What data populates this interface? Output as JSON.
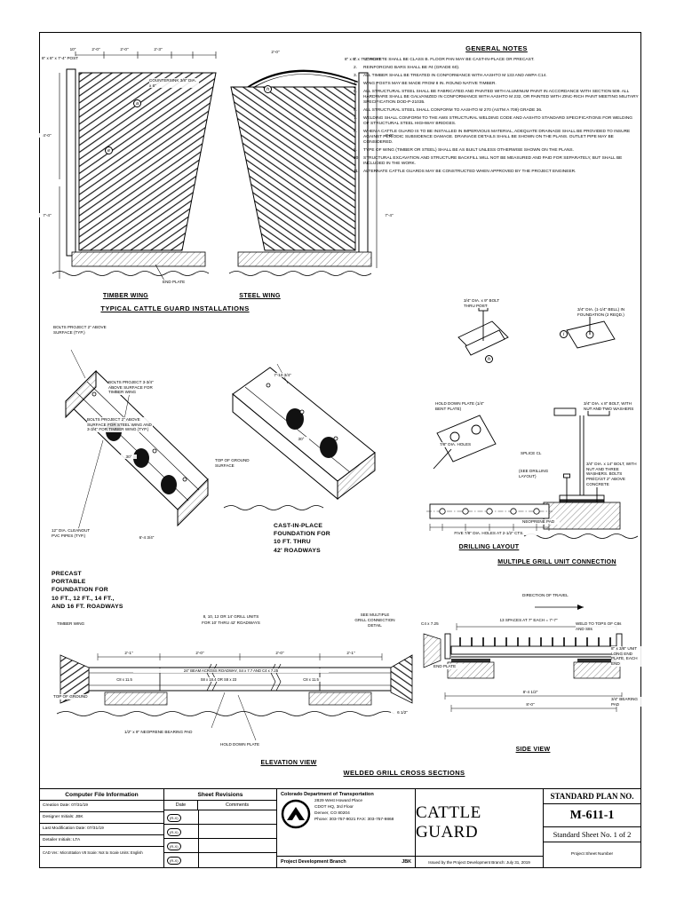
{
  "top": {
    "timber_label": "TIMBER WING",
    "steel_label": "STEEL WING",
    "section_title": "TYPICAL CATTLE GUARD INSTALLATIONS",
    "post_label": "8\" x 8\" x 7'-4\" POST",
    "steel_post_label": "8\" x 8\" x 7'-4\" POST",
    "countersink": "COUNTERSINK 3/8\" DIA. x 6\"",
    "dim_a": "10\"",
    "dim_b": "2'-0\"",
    "dim_c": "2'-0\"",
    "dim_d": "2'-3\"",
    "dim_40": "4'-0\"",
    "dim_74": "7'-4\"",
    "steel_dim_20": "2'-0\"",
    "steel_dim_40": "4'-0\"",
    "steel_dim_74": "7'-4\"",
    "end_plate": "END PLATE",
    "letter_a": "a",
    "letter_e": "e",
    "letter_h": "h"
  },
  "notes": {
    "title": "GENERAL NOTES",
    "items": [
      {
        "n": "1.",
        "t": "CONCRETE SHALL BE CLASS B. FLOOR PAN MAY BE CAST-IN-PLACE OR PRECAST."
      },
      {
        "n": "2.",
        "t": "REINFORCING BARS SHALL BE #4 (GRADE 60)."
      },
      {
        "n": "3.",
        "t": "ALL TIMBER SHALL BE TREATED IN CONFORMANCE WITH AASHTO M 133 AND AWPA C14."
      },
      {
        "n": "4.",
        "t": "WING POSTS MAY BE MADE FROM 8 IN. ROUND NATIVE TIMBER."
      },
      {
        "n": "5.",
        "t": "ALL STRUCTURAL STEEL SHALL BE FABRICATED AND PAINTED WITH ALUMINUM PAINT IN ACCORDANCE WITH SECTION 509. ALL HARDWARE SHALL BE GALVANIZED IN CONFORMANCE WITH AASHTO M 232, OR PAINTED WITH ZINC-RICH PAINT MEETING MILITARY SPECIFICATION DOD-P-21035."
      },
      {
        "n": "6.",
        "t": "ALL STRUCTURAL STEEL SHALL CONFORM TO AASHTO M 270 (ASTM A 709) GRADE 36."
      },
      {
        "n": "7.",
        "t": "WELDING SHALL CONFORM TO THE AWS STRUCTURAL WELDING CODE AND AASHTO STANDARD SPECIFICATIONS FOR WELDING OF STRUCTURAL STEEL HIGHWAY BRIDGES."
      },
      {
        "n": "8.",
        "t": "WHEN A CATTLE GUARD IS TO BE INSTALLED IN IMPERVIOUS MATERIAL, ADEQUATE DRAINAGE SHALL BE PROVIDED TO INSURE AGAINST PERIODIC SUBSIDENCE DAMAGE. DRAINAGE DETAILS SHALL BE SHOWN ON THE PLANS. OUTLET PIPE MAY BE CONSIDERED."
      },
      {
        "n": "9.",
        "t": "TYPE OF WING (TIMBER OR STEEL) SHALL BE AS BUILT UNLESS OTHERWISE SHOWN ON THE PLANS."
      },
      {
        "n": "10.",
        "t": "STRUCTURAL EXCAVATION AND STRUCTURE BACKFILL WILL NOT BE MEASURED AND PAID FOR SEPARATELY, BUT SHALL BE INCLUDED IN THE WORK."
      },
      {
        "n": "11.",
        "t": "ALTERNATE CATTLE GUARDS MAY BE CONSTRUCTED WHEN APPROVED BY THE PROJECT ENGINEER."
      }
    ]
  },
  "precast": {
    "caption": [
      "PRECAST",
      "PORTABLE",
      "FOUNDATION FOR",
      "10 FT., 12 FT., 14 FT.,",
      "AND 16 FT. ROADWAYS"
    ],
    "bolts1": "BOLTS PROJECT 2\" ABOVE SURFACE (TYP.)",
    "bolts2": "BOLTS PROJECT 3-3/4\" ABOVE SURFACE FOR TIMBER WING",
    "bolts3": "BOLTS PROJECT 2\" ABOVE SURFACE FOR STEEL WING AND 3-3/4\" FOR TIMBER WING (TYP.)",
    "pipes": "12\" DIA. CLEANOUT PVC PIPES (TYP.)",
    "dim": "6'-4 3/4\"",
    "angle": "30°"
  },
  "cast": {
    "caption": [
      "CAST-IN-PLACE",
      "FOUNDATION FOR",
      "10 FT. THRU",
      "42' ROADWAYS"
    ],
    "dim": "7'-10 3/4\"",
    "angle": "30°",
    "ground": "TOP OF GROUND SURFACE"
  },
  "details": {
    "bolt_thru_post": "3/4\" DIA. x 9\" BOLT THRU POST",
    "bolt_foundation": "3/4\" DIA. (1-1/4\" BELL) IN FOUNDATION (2 REQD.)",
    "letter_h": "h",
    "letter_i": "i",
    "hold_down": "HOLD DOWN PLATE (1/4\" BENT PLATE)",
    "dia_holes": "7/8\" DIA. HOLES",
    "bolt_two": "3/4\" DIA. x 8\" BOLT, WITH NUT AND TWO WASHERS",
    "splice": "SPLICE CL",
    "see_drilling": "(SEE DRILLING LAYOUT)",
    "bolt_three": "3/4\" DIA. x 14\" BOLT, WITH NUT AND THREE WASHERS. BOLTS PRECAST 2\" ABOVE CONCRETE",
    "neoprene": "NEOPRENE PAD",
    "drilling_note": "FIVE 7/8\" DIA. HOLES AT 2-1/2\" CTS.",
    "drilling_label": "DRILLING LAYOUT",
    "connection_label": "MULTIPLE GRILL UNIT CONNECTION"
  },
  "elevation": {
    "units_note1": "8, 10, 12 OR 14' GRILL UNITS",
    "units_note2": "FOR 10' THRU 42' ROADWAYS",
    "see1": "SEE MULTIPLE",
    "see2": "GRILL CONNECTION",
    "see3": "DETAIL",
    "timber_note": "TIMBER WING",
    "dim1": "2'-1\"",
    "dim2": "2'-0\"",
    "dim3": "2'-0\"",
    "dim4": "2'-1\"",
    "beam_note": "24\" BEAM ACROSS ROADWAY, S4 x 7.7 AND C4 x 7.25",
    "cell_left": "C8 x 11.5",
    "cell_mid": "S8 x 18.4 OR S8 x 23",
    "cell_right": "C8 x 11.5",
    "ground": "TOP OF GROUND",
    "hold_down": "HOLD DOWN PLATE",
    "neoprene": "1/2\" x 9\" NEOPRENE BEARING PAD",
    "dim_end": "6 1/2\"",
    "label": "ELEVATION VIEW"
  },
  "side": {
    "direction": "DIRECTION OF TRAVEL",
    "spaces": "13 SPACES AT 7\" EACH = 7'-7\"",
    "c4": "C4 x 7.25",
    "weld": "WELD TO TOPS OF C8s AND S8s",
    "end_plate": "END PLATE",
    "end_plate_note": "8\" x 3/8\" UNIT LONG END PLATE, EACH END",
    "bearing": "3/4\" BEARING PAD",
    "dim_a": "8'-4 1/2\"",
    "dim_b": "8'-0\"",
    "label": "SIDE VIEW"
  },
  "sections_title": "WELDED GRILL CROSS SECTIONS",
  "title_block": {
    "cfi": {
      "title": "Computer File Information",
      "rows": [
        "Creation Date: 07/31/19",
        "Designer Initials: JBK",
        "Last Modification Date: 07/31/19",
        "Detailer Initials: LTA",
        "CAD Ver.: MicroStation V8   Scale: Not to Scale   Units: English"
      ]
    },
    "revisions": {
      "title": "Sheet Revisions",
      "date_header": "Date",
      "comments_header": "Comments",
      "rows": [
        {
          "marker": "(R-X)"
        },
        {
          "marker": "(R-X)"
        },
        {
          "marker": "(R-X)"
        },
        {
          "marker": "(R-X)"
        }
      ]
    },
    "cdot": {
      "dept": "Colorado Department of Transportation",
      "address1": "2829 West Howard Place",
      "address2": "CDOT HQ, 3rd Floor",
      "address3": "Denver, CO  80204",
      "phone": "Phone: 303-757-9021 FAX: 303-757-9868",
      "branch": "Project Development Branch",
      "initials": "JBK"
    },
    "title": "CATTLE GUARD",
    "issued": "Issued by the Project Development Branch: July 31, 2019",
    "plan": {
      "label": "STANDARD PLAN NO.",
      "number": "M-611-1",
      "sheet": "Standard Sheet No. 1 of 2",
      "project_sheet": "Project Sheet Number"
    }
  }
}
